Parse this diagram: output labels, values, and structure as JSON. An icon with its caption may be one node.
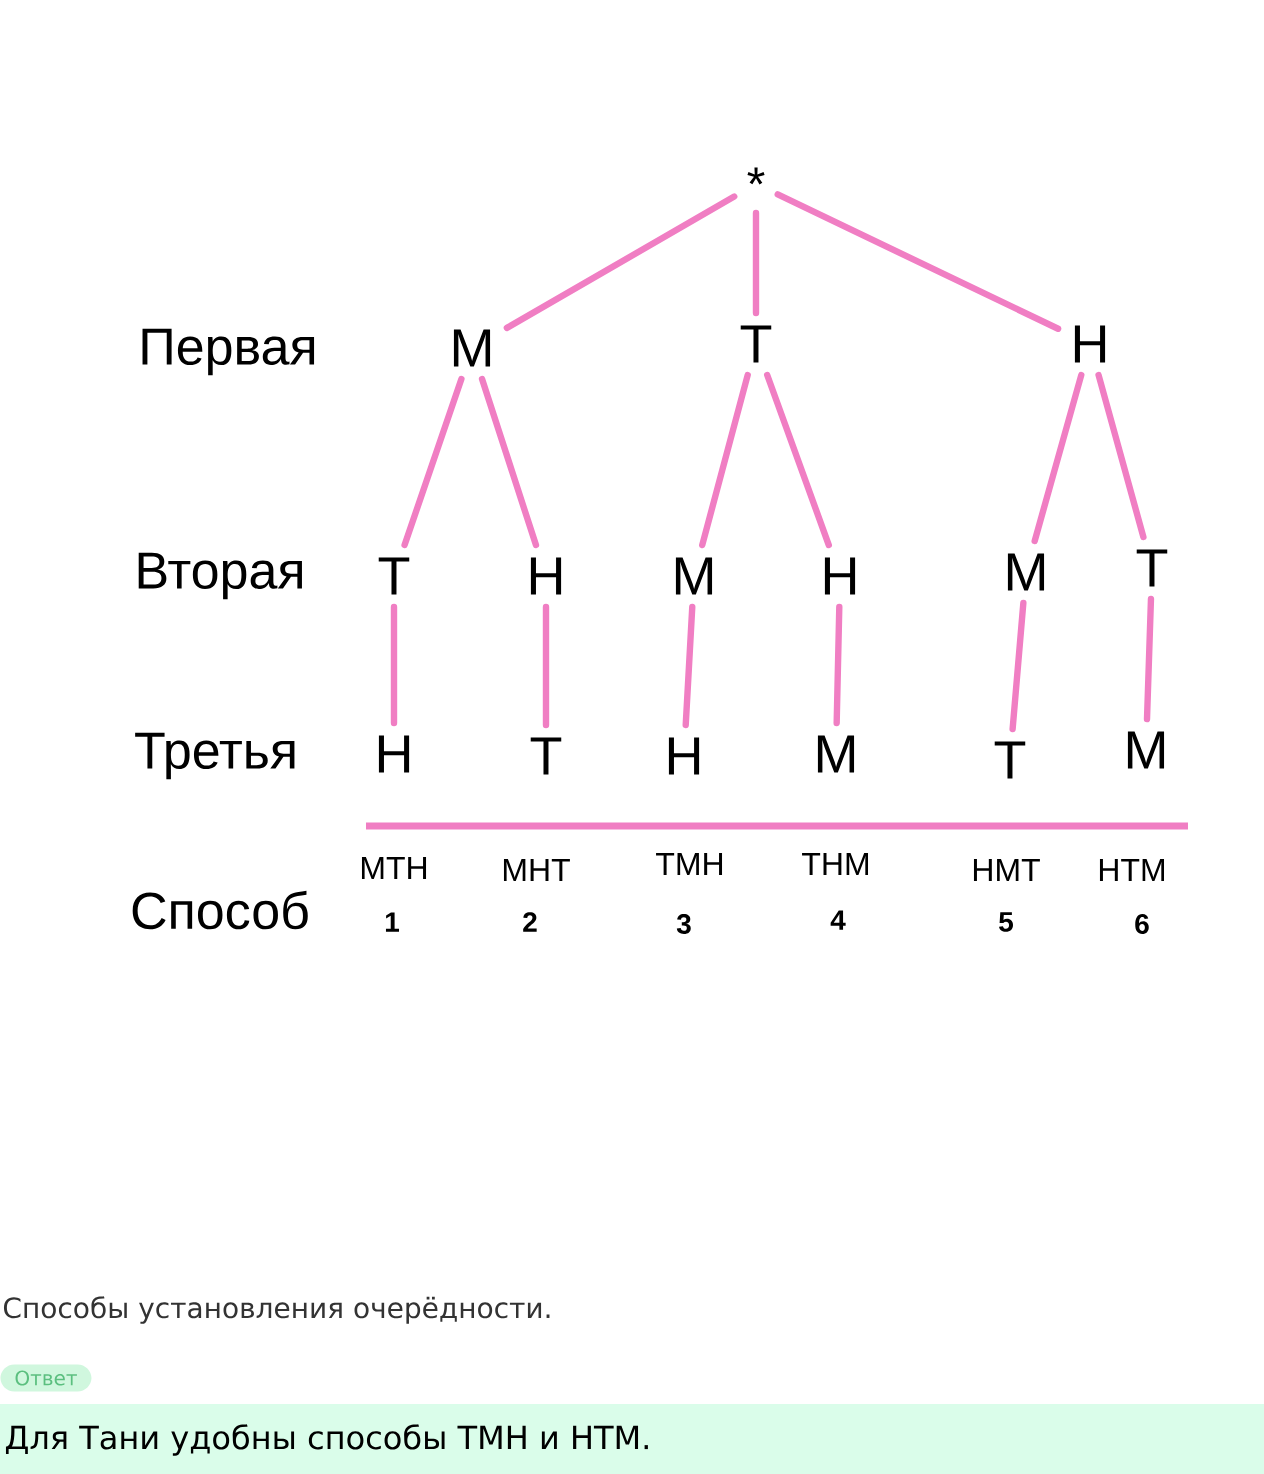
{
  "diagram": {
    "caption": "Способы установления очерёдности.",
    "nodes": [
      {
        "text": [
          "*"
        ]
      },
      {
        "text": [
          "М"
        ]
      },
      {
        "text": [
          "Т"
        ]
      },
      {
        "text": [
          "Н"
        ]
      },
      {
        "text": [
          "Т"
        ]
      },
      {
        "text": [
          "Н"
        ]
      },
      {
        "text": [
          "М"
        ]
      },
      {
        "text": [
          "Н"
        ]
      },
      {
        "text": [
          "М"
        ]
      },
      {
        "text": [
          "Т"
        ]
      },
      {
        "text": [
          "Н"
        ]
      },
      {
        "text": [
          "Т"
        ]
      },
      {
        "text": [
          "Н"
        ]
      },
      {
        "text": [
          "М"
        ]
      },
      {
        "text": [
          "Т"
        ]
      },
      {
        "text": [
          "М"
        ]
      }
    ],
    "edges": [
      {
        "from": 0,
        "to": 1,
        "arrow": "none"
      },
      {
        "from": 0,
        "to": 2,
        "arrow": "none"
      },
      {
        "from": 0,
        "to": 3,
        "arrow": "none"
      },
      {
        "from": 1,
        "to": 4,
        "arrow": "none"
      },
      {
        "from": 1,
        "to": 5,
        "arrow": "none"
      },
      {
        "from": 2,
        "to": 6,
        "arrow": "none"
      },
      {
        "from": 2,
        "to": 7,
        "arrow": "none"
      },
      {
        "from": 3,
        "to": 8,
        "arrow": "none"
      },
      {
        "from": 3,
        "to": 9,
        "arrow": "none"
      },
      {
        "from": 4,
        "to": 10,
        "arrow": "none"
      },
      {
        "from": 5,
        "to": 11,
        "arrow": "none"
      },
      {
        "from": 6,
        "to": 12,
        "arrow": "none"
      },
      {
        "from": 7,
        "to": 13,
        "arrow": "none"
      },
      {
        "from": 8,
        "to": 14,
        "arrow": "none"
      },
      {
        "from": 9,
        "to": 15,
        "arrow": "none"
      }
    ],
    "labels": [
      "Первая",
      "Вторая",
      "Третья",
      "МТН",
      "МНТ",
      "ТМН",
      "ТНМ",
      "НМТ",
      "НТМ",
      "Способ",
      "1",
      "2",
      "3",
      "4",
      "5",
      "6",
      "Ответ",
      "Для Тани удобны способы ТМН и НТМ."
    ]
  }
}
